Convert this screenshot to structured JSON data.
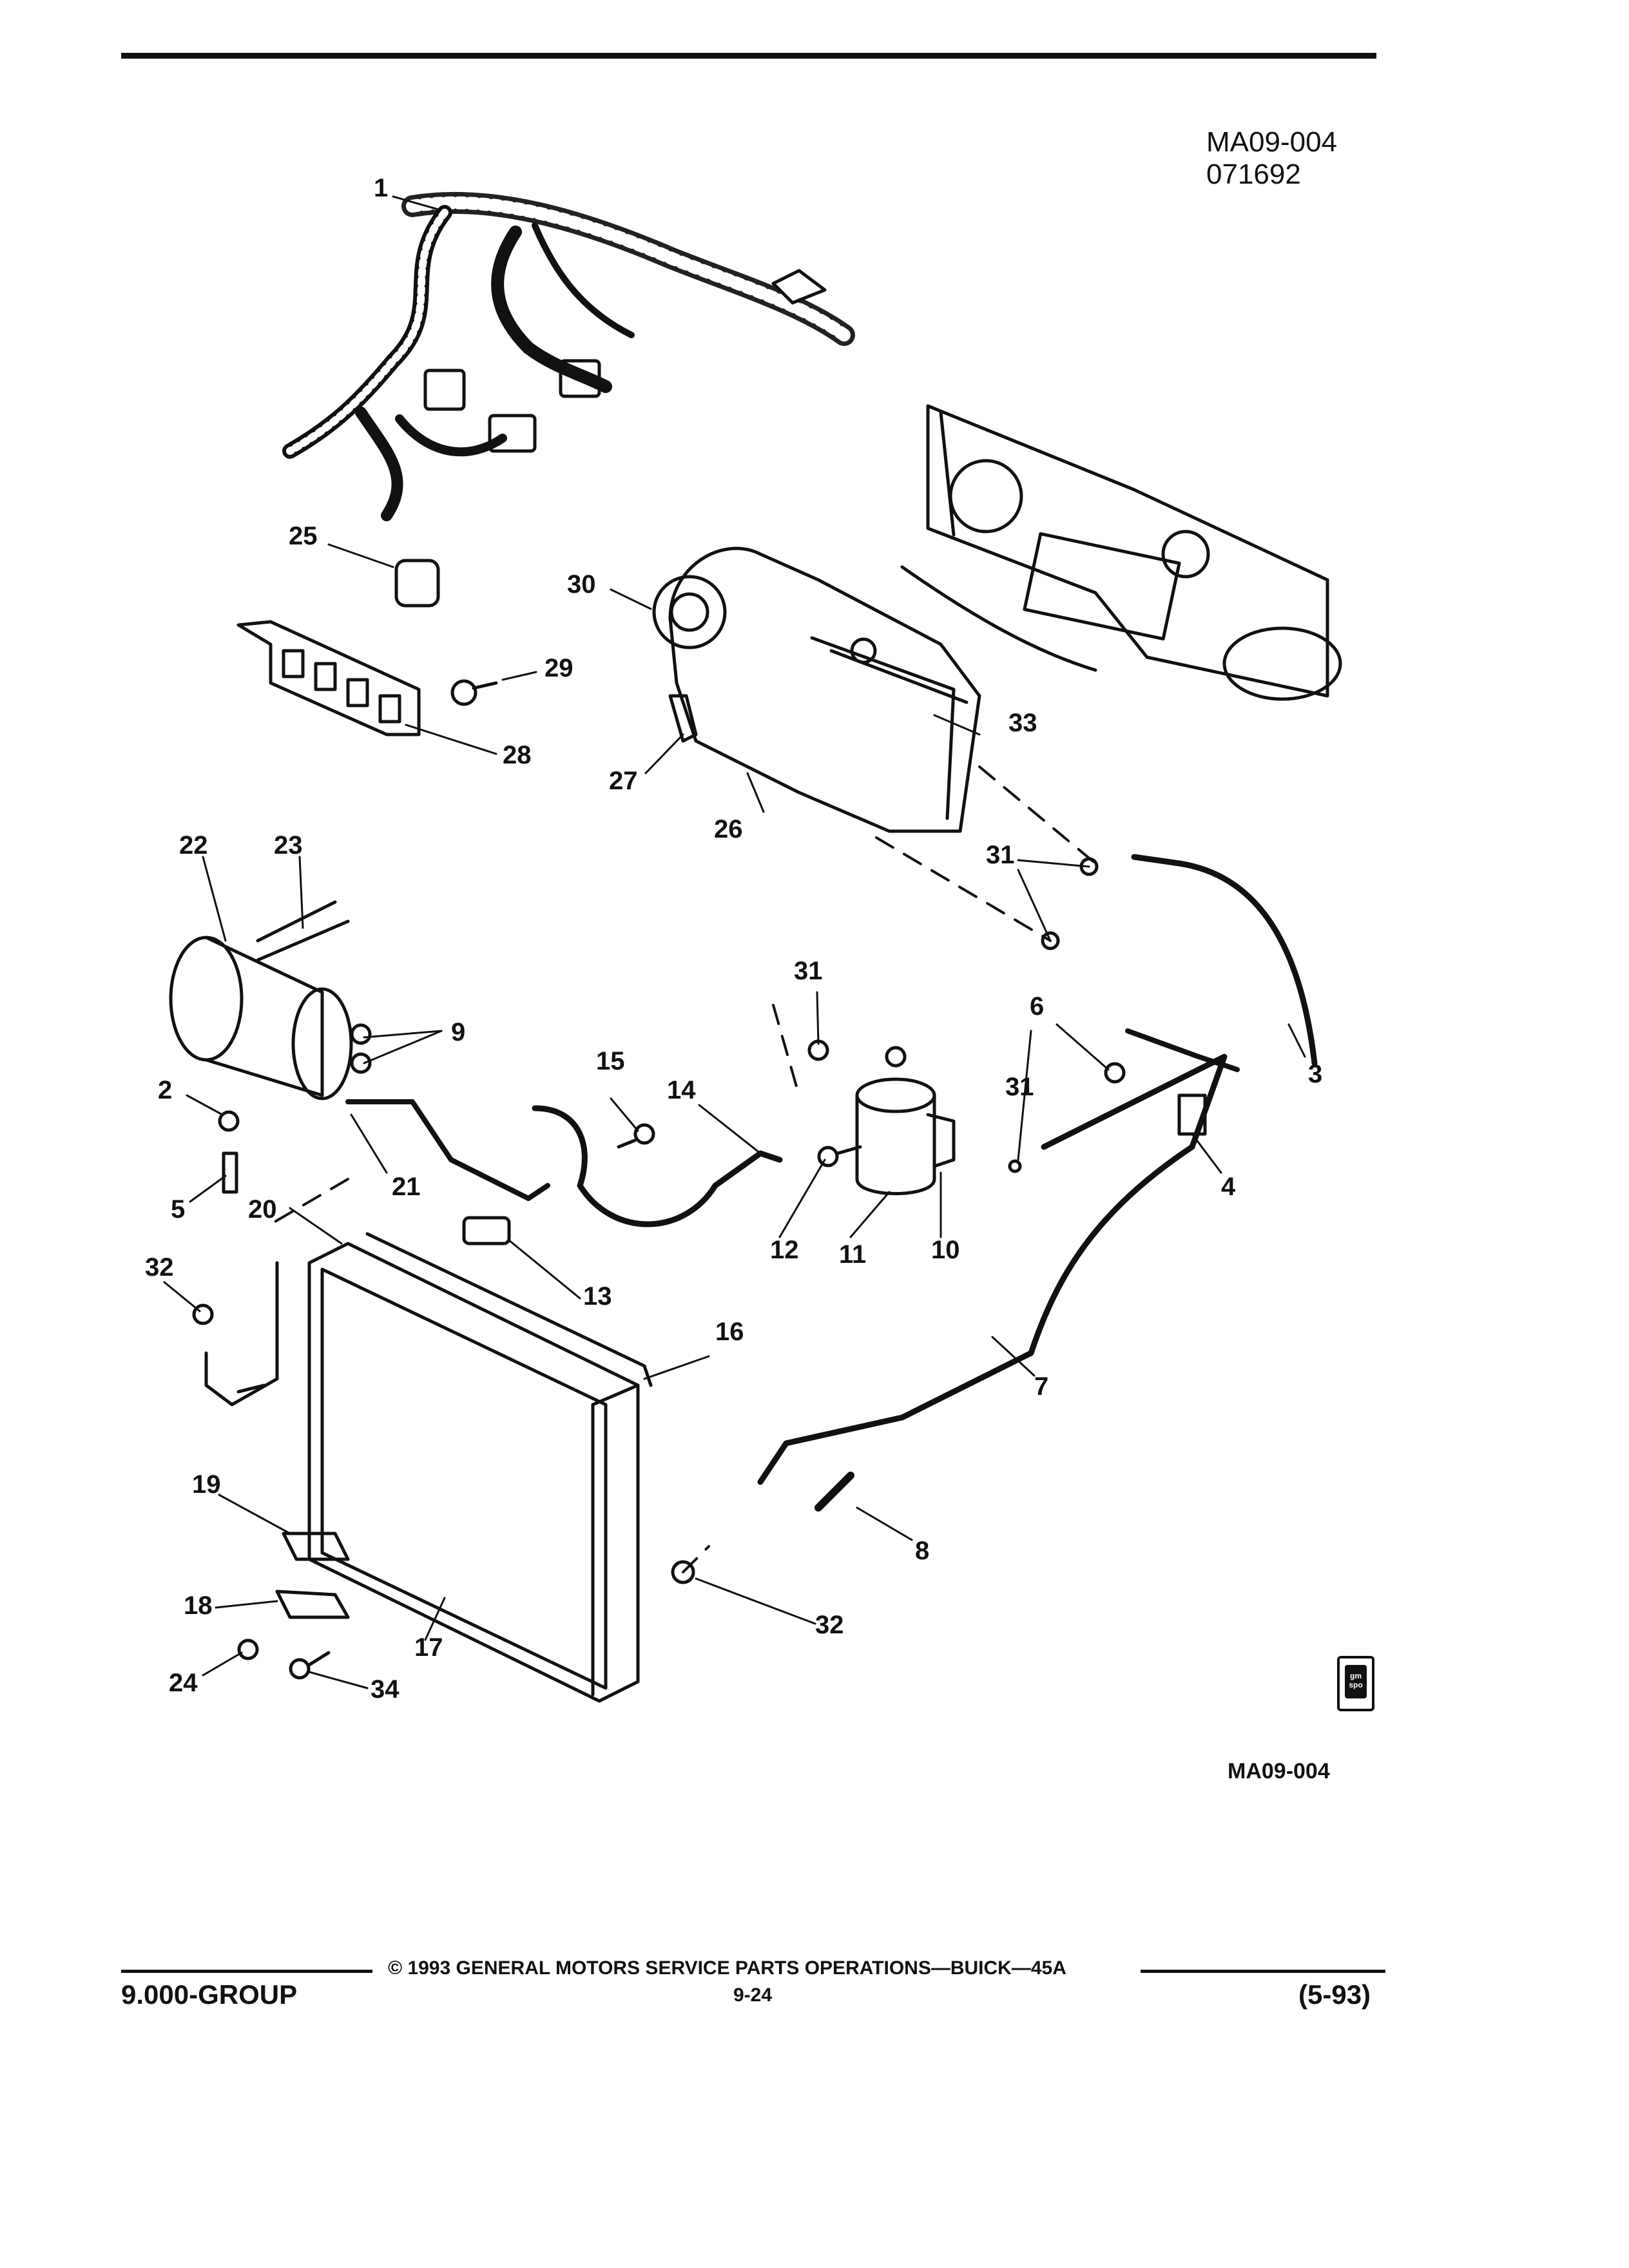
{
  "header": {
    "ref_code": "MA09-004",
    "ref_date": "071692"
  },
  "diagram": {
    "callouts": [
      "1",
      "25",
      "30",
      "29",
      "28",
      "27",
      "26",
      "33",
      "22",
      "23",
      "31",
      "31",
      "9",
      "2",
      "15",
      "14",
      "31",
      "6",
      "31",
      "3",
      "21",
      "5",
      "20",
      "13",
      "12",
      "11",
      "10",
      "4",
      "32",
      "16",
      "7",
      "8",
      "19",
      "18",
      "17",
      "32",
      "24",
      "34"
    ]
  },
  "bottom_ref": "MA09-004",
  "badge_text": "gm spo",
  "footer": {
    "copyright": "© 1993 GENERAL MOTORS SERVICE PARTS OPERATIONS—BUICK—45A",
    "group": "9.000-GROUP",
    "page": "9-24",
    "date": "(5-93)"
  }
}
